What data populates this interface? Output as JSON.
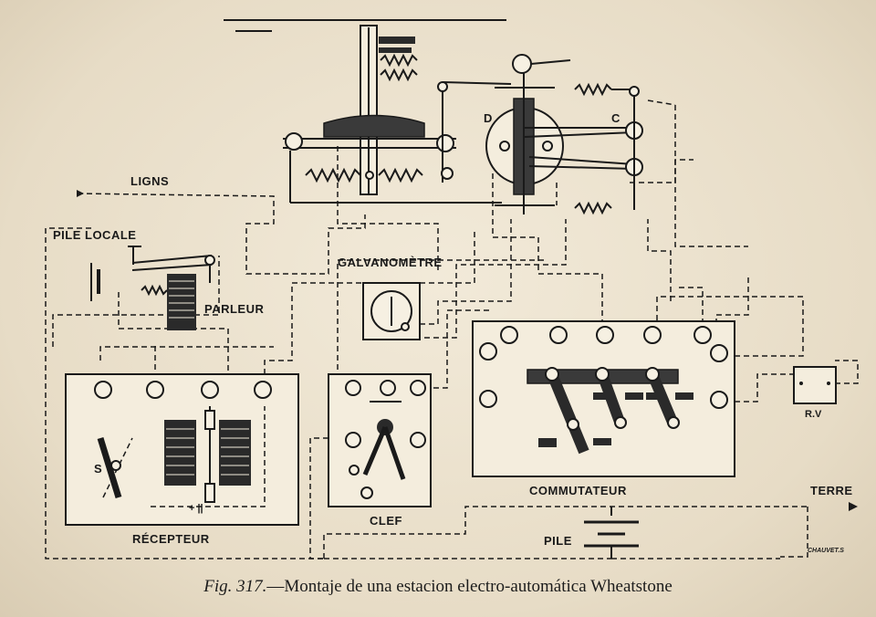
{
  "labels": {
    "lignes": "LIGNS",
    "pile_locale": "PILE LOCALE",
    "parleur": "PARLEUR",
    "galvanometre": "GALVANOMÈTRE",
    "recepteur": "RÉCEPTEUR",
    "clef": "CLEF",
    "commutateur": "COMMUTATEUR",
    "terre": "TERRE",
    "pile": "PILE",
    "rv": "R.V",
    "d": "D",
    "c": "C",
    "s": "S",
    "signature": "CHAUVET.S"
  },
  "caption": {
    "fig": "Fig. 317.",
    "text": "—Montaje de una estacion electro-automática Wheatstone"
  }
}
